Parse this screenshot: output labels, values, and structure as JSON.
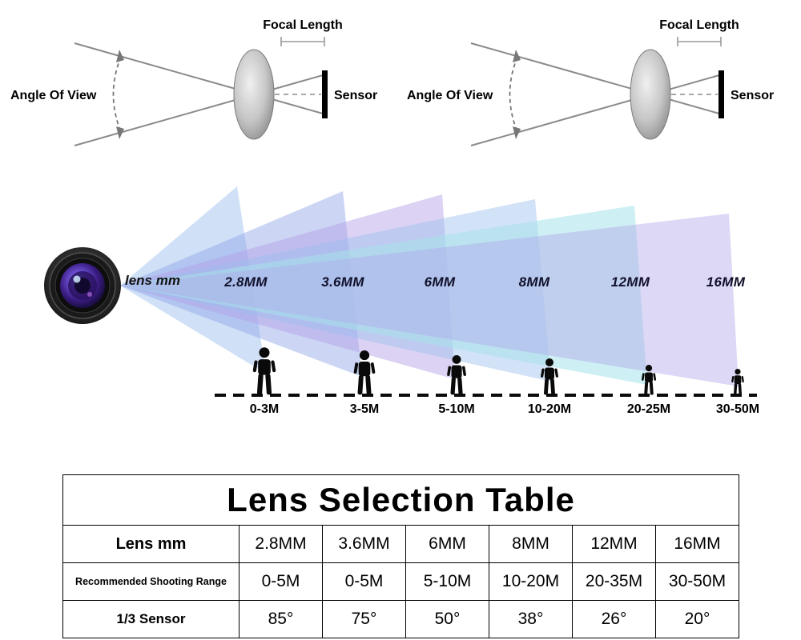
{
  "optics": [
    {
      "focal_length": "Focal Length",
      "angle_of_view": "Angle Of View",
      "sensor": "Sensor"
    },
    {
      "focal_length": "Focal Length",
      "angle_of_view": "Angle Of View",
      "sensor": "Sensor"
    }
  ],
  "beams": {
    "lens_label": "lens mm",
    "items": [
      {
        "label": "2.8MM",
        "range": "0-3M",
        "color": "#a9c9f1"
      },
      {
        "label": "3.6MM",
        "range": "3-5M",
        "color": "#8fa3e6"
      },
      {
        "label": "6MM",
        "range": "5-10M",
        "color": "#b29de7"
      },
      {
        "label": "8MM",
        "range": "10-20M",
        "color": "#9cbeee"
      },
      {
        "label": "12MM",
        "range": "20-25M",
        "color": "#a5e2e9"
      },
      {
        "label": "16MM",
        "range": "30-50M",
        "color": "#b1a8ea"
      }
    ]
  },
  "table": {
    "title": "Lens Selection Table",
    "rows": [
      {
        "header": "Lens mm",
        "values": [
          "2.8MM",
          "3.6MM",
          "6MM",
          "8MM",
          "12MM",
          "16MM"
        ]
      },
      {
        "header": "Recommended Shooting Range",
        "values": [
          "0-5M",
          "0-5M",
          "5-10M",
          "10-20M",
          "20-35M",
          "30-50M"
        ]
      },
      {
        "header": "1/3 Sensor",
        "values": [
          "85°",
          "75°",
          "50°",
          "38°",
          "26°",
          "20°"
        ]
      }
    ]
  }
}
